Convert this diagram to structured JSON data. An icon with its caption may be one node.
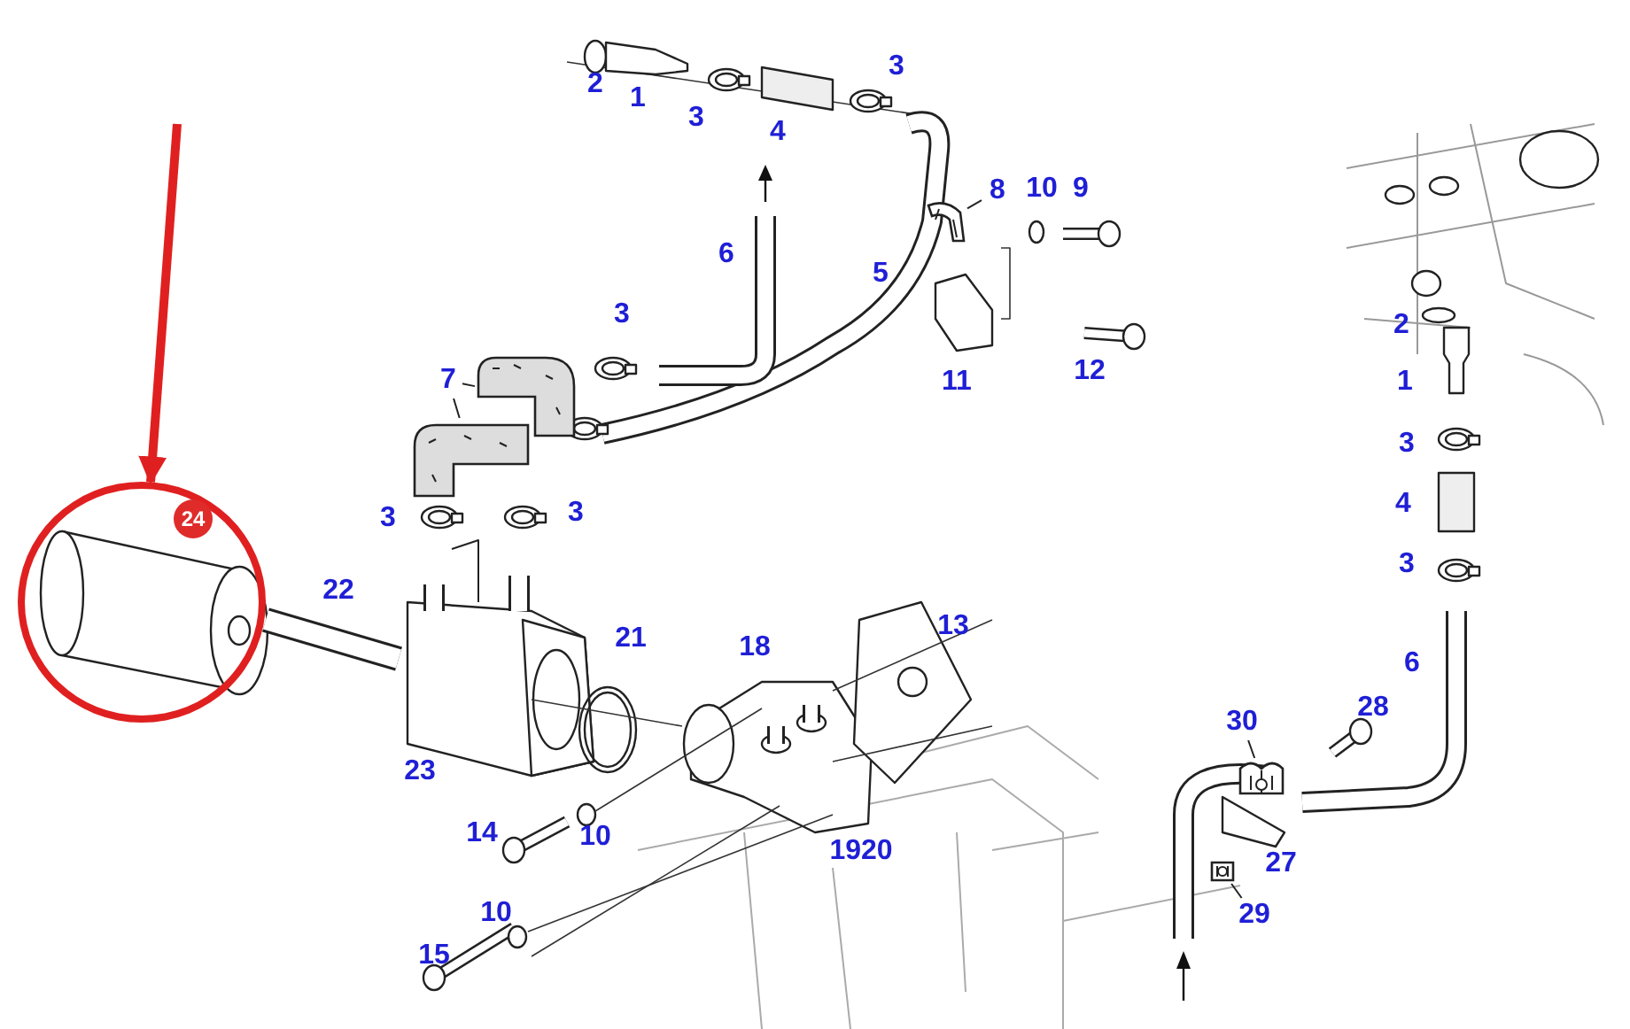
{
  "diagram": {
    "nodes": [
      {
        "text": [
          "24"
        ]
      },
      {
        "text": [
          "7"
        ]
      },
      {
        "text": [],
        "shape": "picture"
      },
      {
        "text": [],
        "shape": "picture"
      },
      {
        "text": [
          "8"
        ]
      },
      {
        "text": [],
        "shape": "picture"
      },
      {
        "text": [
          "30"
        ]
      },
      {
        "text": [],
        "shape": "picture"
      },
      {
        "text": [
          "29"
        ]
      },
      {
        "text": [],
        "shape": "picture"
      }
    ],
    "edges": [
      {
        "from": null,
        "to": 0,
        "arrow": "to",
        "style": "thick",
        "color": "#e02020"
      },
      {
        "from": 1,
        "to": 2,
        "arrow": "none"
      },
      {
        "from": 1,
        "to": 3,
        "arrow": "none"
      },
      {
        "from": 4,
        "to": 5,
        "arrow": "none"
      },
      {
        "from": 6,
        "to": 7,
        "arrow": "none"
      },
      {
        "from": 8,
        "to": 9,
        "arrow": "none"
      }
    ],
    "labels": [
      "2",
      "1",
      "3",
      "4",
      "3",
      "10",
      "9",
      "6",
      "5",
      "3",
      "11",
      "12",
      "3",
      "3",
      "22",
      "21",
      "18",
      "13",
      "23",
      "14",
      "10",
      "1920",
      "10",
      "15",
      "2",
      "1",
      "3",
      "4",
      "3",
      "6",
      "28",
      "27"
    ]
  }
}
